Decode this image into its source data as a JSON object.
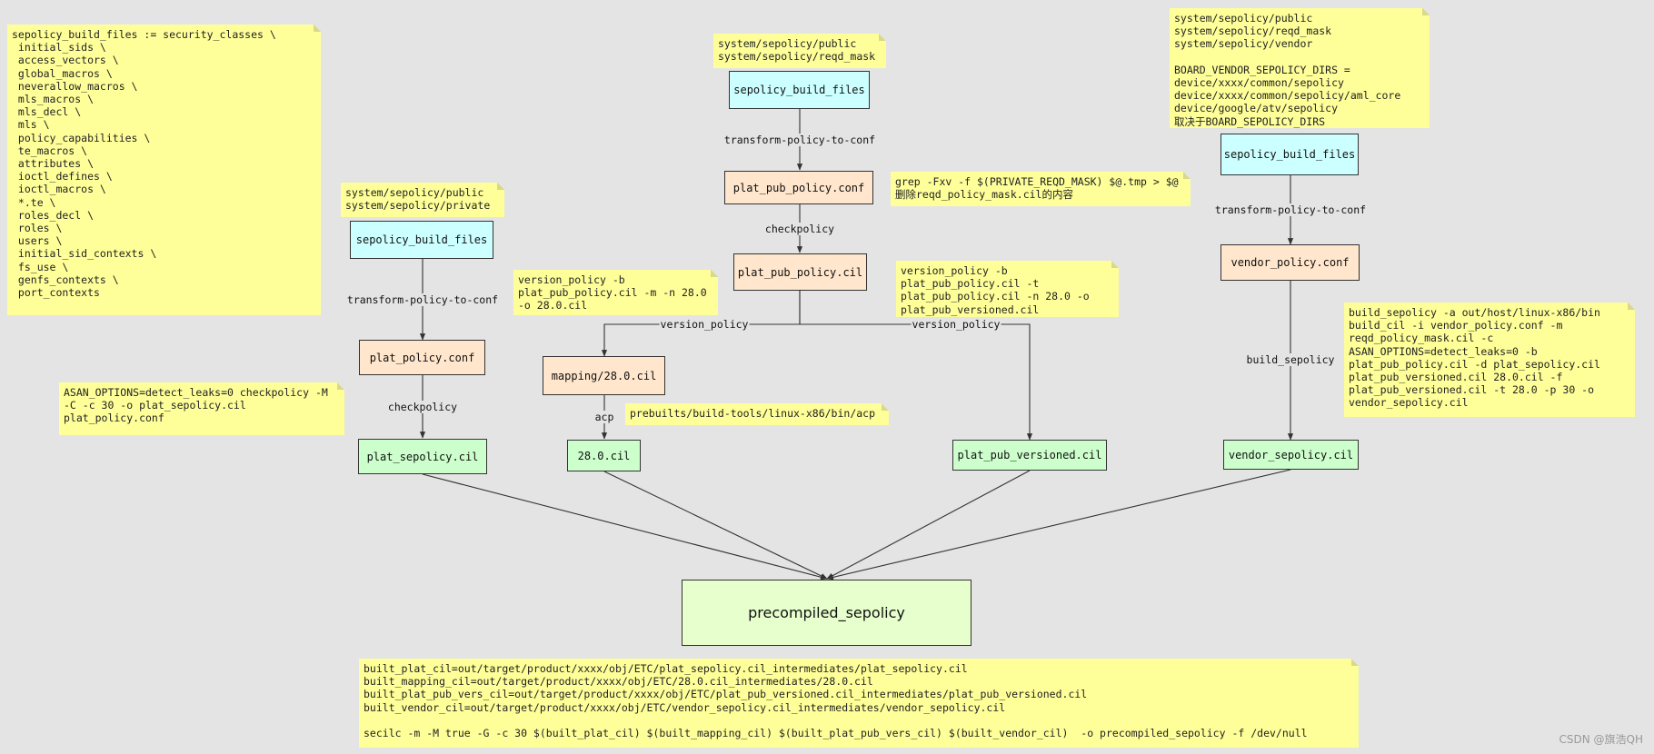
{
  "notes": {
    "build_files_list": "sepolicy_build_files := security_classes \\\n initial_sids \\\n access_vectors \\\n global_macros \\\n neverallow_macros \\\n mls_macros \\\n mls_decl \\\n mls \\\n policy_capabilities \\\n te_macros \\\n attributes \\\n ioctl_defines \\\n ioctl_macros \\\n *.te \\\n roles_decl \\\n roles \\\n users \\\n initial_sid_contexts \\\n fs_use \\\n genfs_contexts \\\n port_contexts",
    "plat_dirs": "system/sepolicy/public\nsystem/sepolicy/private",
    "checkpolicy_cmd": "ASAN_OPTIONS=detect_leaks=0 checkpolicy -M\n-C -c 30 -o plat_sepolicy.cil\nplat_policy.conf",
    "pub_dirs": "system/sepolicy/public\nsystem/sepolicy/reqd_mask",
    "version_policy_mapping": "version_policy -b\nplat_pub_policy.cil -m -n 28.0\n-o 28.0.cil",
    "acp_path": "prebuilts/build-tools/linux-x86/bin/acp",
    "grep_cmd": "grep -Fxv -f $(PRIVATE_REQD_MASK) $@.tmp > $@\n删除reqd_policy_mask.cil的内容",
    "version_policy_versioned": "version_policy -b\nplat_pub_policy.cil -t\nplat_pub_policy.cil -n 28.0 -o\nplat_pub_versioned.cil",
    "vendor_dirs": "system/sepolicy/public\nsystem/sepolicy/reqd_mask\nsystem/sepolicy/vendor\n\nBOARD_VENDOR_SEPOLICY_DIRS =\ndevice/xxxx/common/sepolicy\ndevice/xxxx/common/sepolicy/aml_core\ndevice/google/atv/sepolicy\n取决于BOARD_SEPOLICY_DIRS",
    "build_sepolicy_cmd": "build_sepolicy -a out/host/linux-x86/bin\nbuild_cil -i vendor_policy.conf -m\nreqd_policy_mask.cil -c\nASAN_OPTIONS=detect_leaks=0 -b\nplat_pub_policy.cil -d plat_sepolicy.cil\nplat_pub_versioned.cil 28.0.cil -f\nplat_pub_versioned.cil -t 28.0 -p 30 -o\nvendor_sepolicy.cil",
    "secilc_cmd": "built_plat_cil=out/target/product/xxxx/obj/ETC/plat_sepolicy.cil_intermediates/plat_sepolicy.cil\nbuilt_mapping_cil=out/target/product/xxxx/obj/ETC/28.0.cil_intermediates/28.0.cil\nbuilt_plat_pub_vers_cil=out/target/product/xxxx/obj/ETC/plat_pub_versioned.cil_intermediates/plat_pub_versioned.cil\nbuilt_vendor_cil=out/target/product/xxxx/obj/ETC/vendor_sepolicy.cil_intermediates/vendor_sepolicy.cil\n\nsecilc -m -M true -G -c 30 $(built_plat_cil) $(built_mapping_cil) $(built_plat_pub_vers_cil) $(built_vendor_cil)  -o precompiled_sepolicy -f /dev/null"
  },
  "nodes": {
    "plat_build_files": "sepolicy_build_files",
    "plat_policy_conf": "plat_policy.conf",
    "plat_sepolicy_cil": "plat_sepolicy.cil",
    "pub_build_files": "sepolicy_build_files",
    "plat_pub_policy_conf": "plat_pub_policy.conf",
    "plat_pub_policy_cil": "plat_pub_policy.cil",
    "mapping_cil": "mapping/28.0.cil",
    "cil_28": "28.0.cil",
    "plat_pub_versioned_cil": "plat_pub_versioned.cil",
    "vendor_build_files": "sepolicy_build_files",
    "vendor_policy_conf": "vendor_policy.conf",
    "vendor_sepolicy_cil": "vendor_sepolicy.cil",
    "precompiled_sepolicy": "precompiled_sepolicy"
  },
  "edge_labels": {
    "plat_transform": "transform-policy-to-conf",
    "plat_checkpolicy": "checkpolicy",
    "pub_transform": "transform-policy-to-conf",
    "pub_checkpolicy": "checkpolicy",
    "version_policy_left": "version_policy",
    "version_policy_right": "version_policy",
    "acp": "acp",
    "vendor_transform": "transform-policy-to-conf",
    "build_sepolicy": "build_sepolicy"
  },
  "watermark": "CSDN @旗浩QH"
}
